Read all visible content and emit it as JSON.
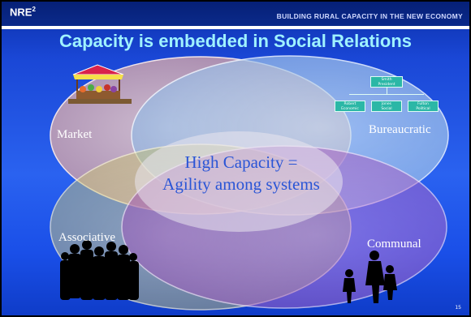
{
  "header": {
    "brand": "NRE",
    "brand_sup": "2",
    "subtitle": "BUILDING RURAL CAPACITY IN THE NEW ECONOMY"
  },
  "title": "Capacity is embedded in Social Relations",
  "circles": {
    "market": "Market",
    "bureaucratic": "Bureaucratic",
    "associative": "Associative",
    "communal": "Communal"
  },
  "center": {
    "line1": "High Capacity =",
    "line2": "Agility among systems"
  },
  "org_chart": {
    "top": [
      "Smith",
      "President"
    ],
    "children": [
      [
        "Robert",
        "Economic"
      ],
      [
        "Jones",
        "Social"
      ],
      [
        "Fulton",
        "Political"
      ]
    ]
  },
  "page_number": "15",
  "colors": {
    "title": "#9ff2ff",
    "center_text": "#2a55d6",
    "market": "#caa6b4",
    "bureaucratic": "#a9c9ec",
    "associative": "#d6d088",
    "communal": "#b56bc7"
  },
  "images": {
    "market": "market-stall-clipart",
    "associative": "group-of-people-silhouette",
    "communal": "family-silhouette"
  }
}
